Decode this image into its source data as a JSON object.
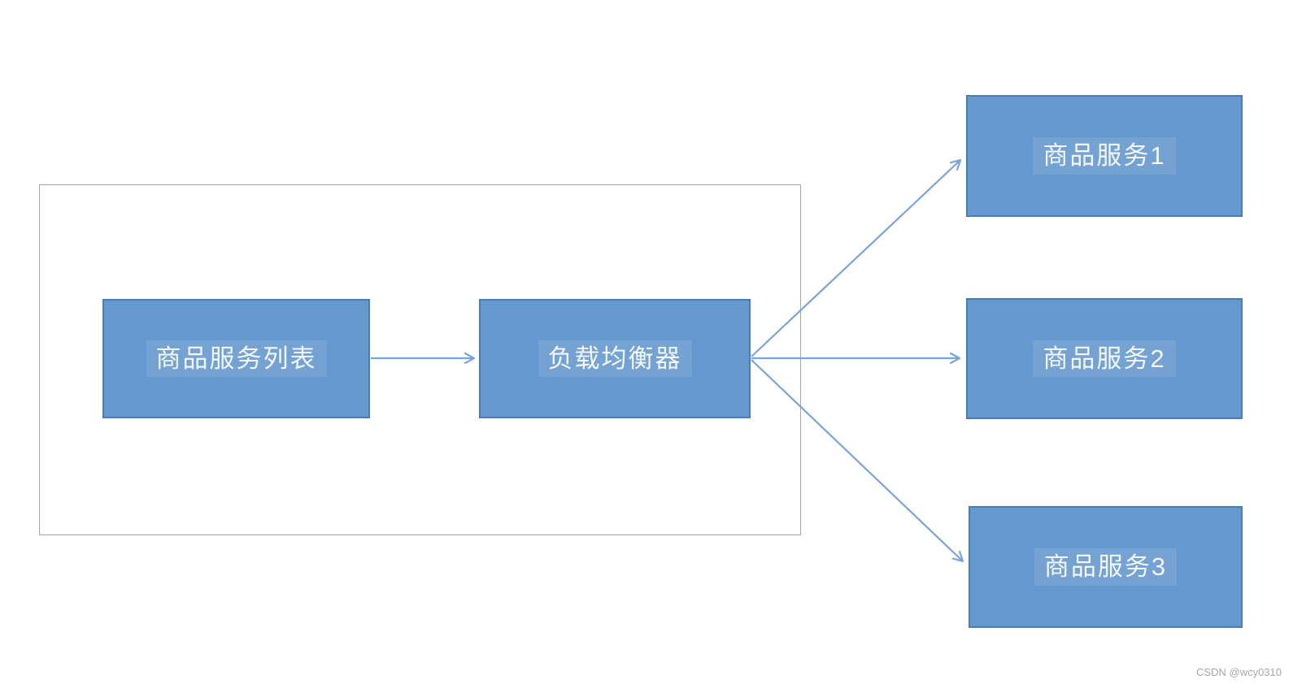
{
  "page": {
    "background": "#ffffff"
  },
  "diagram": {
    "type": "flow",
    "nodes": [
      {
        "id": "product-service-list",
        "label": "商品服务列表"
      },
      {
        "id": "load-balancer",
        "label": "负载均衡器"
      },
      {
        "id": "product-service-1",
        "label": "商品服务1"
      },
      {
        "id": "product-service-2",
        "label": "商品服务2"
      },
      {
        "id": "product-service-3",
        "label": "商品服务3"
      }
    ],
    "edges": [
      {
        "from": "product-service-list",
        "to": "load-balancer"
      },
      {
        "from": "load-balancer",
        "to": "product-service-1"
      },
      {
        "from": "load-balancer",
        "to": "product-service-2"
      },
      {
        "from": "load-balancer",
        "to": "product-service-3"
      }
    ],
    "colors": {
      "node_fill": "#6598ce",
      "node_border": "#4d7ab2",
      "node_text": "#f4f7fb",
      "arrow": "#7aa3d9",
      "group_border": "#a6a6a6"
    }
  },
  "watermark": {
    "text": "CSDN @wcy0310",
    "color": "#a6a6a6"
  }
}
